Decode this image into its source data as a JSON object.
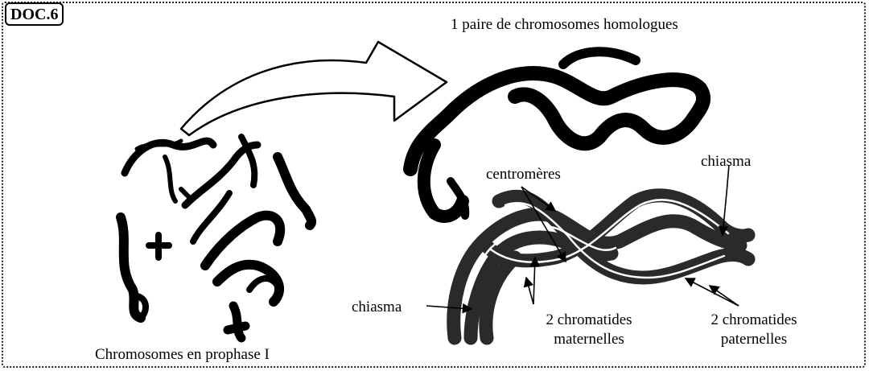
{
  "doc_tag": "DOC.6",
  "labels": {
    "top_title": "1 paire de chromosomes homologues",
    "bottom_left": "Chromosomes en prophase I",
    "centromeres": "centromères",
    "chiasma_top": "chiasma",
    "chiasma_left": "chiasma",
    "maternal_line1": "2 chromatides",
    "maternal_line2": "maternelles",
    "paternal_line1": "2 chromatides",
    "paternal_line2": "paternelles"
  }
}
